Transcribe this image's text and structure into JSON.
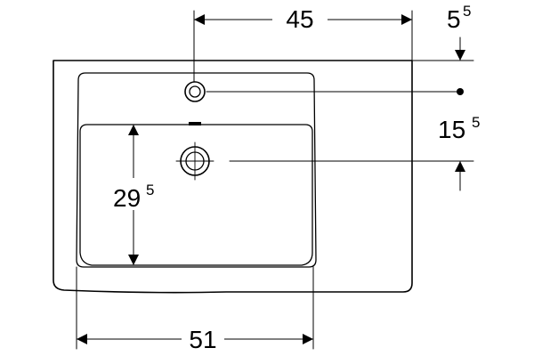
{
  "colors": {
    "stroke": "#000000",
    "background": "#ffffff"
  },
  "dimensions": {
    "top_width": {
      "main": "45"
    },
    "top_offset": {
      "main": "5",
      "sup": "5"
    },
    "right_height": {
      "main": "15",
      "sup": "5"
    },
    "bowl_height": {
      "main": "29",
      "sup": "5"
    },
    "bottom_width": {
      "main": "51"
    }
  },
  "icons": {
    "tap_hole": "tap-hole-icon",
    "overflow_hole": "overflow-hole-icon",
    "drain_hole": "drain-hole-icon"
  }
}
